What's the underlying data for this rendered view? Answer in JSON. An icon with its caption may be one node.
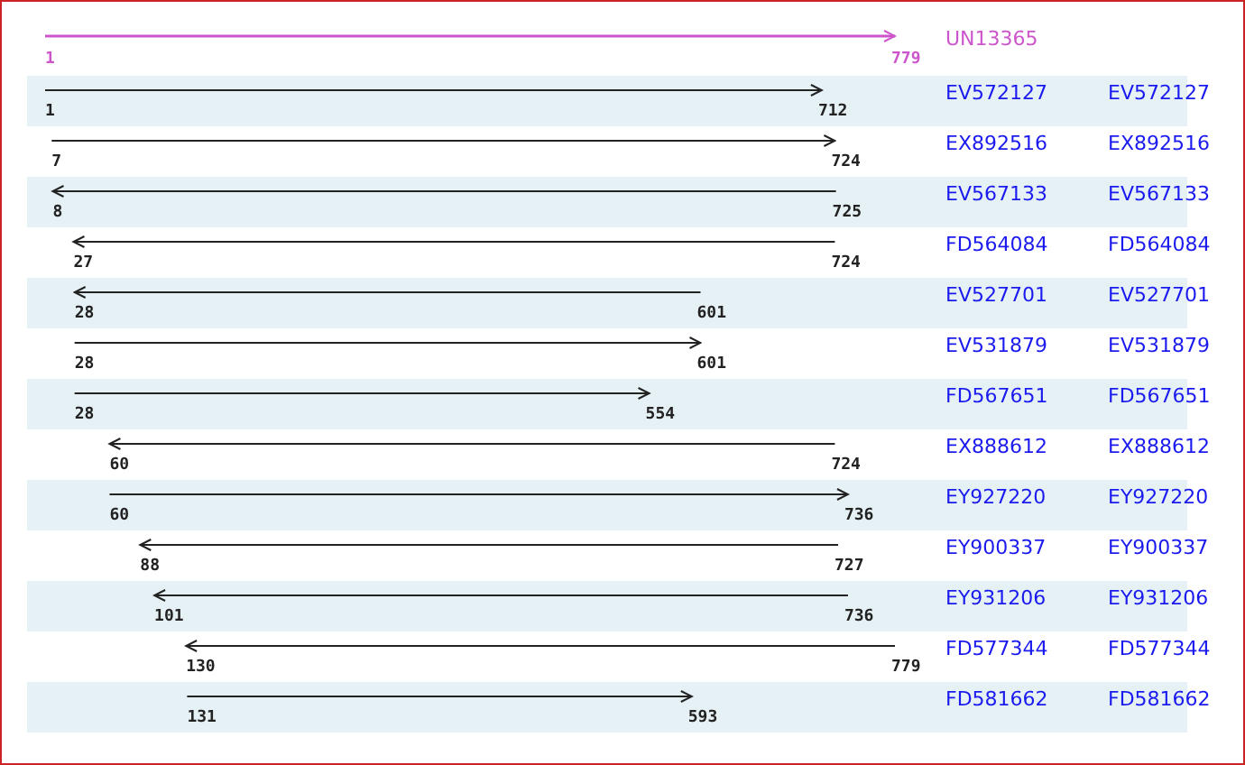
{
  "diagram": {
    "labels": [
      "UN13365",
      "1",
      "779",
      "EV572127",
      "EV572127",
      "1",
      "712",
      "EX892516",
      "EX892516",
      "7",
      "724",
      "EV567133",
      "EV567133",
      "8",
      "725",
      "FD564084",
      "FD564084",
      "27",
      "724",
      "EV527701",
      "EV527701",
      "28",
      "601",
      "EV531879",
      "EV531879",
      "28",
      "601",
      "FD567651",
      "FD567651",
      "28",
      "554",
      "EX888612",
      "EX888612",
      "60",
      "724",
      "EY927220",
      "EY927220",
      "60",
      "736",
      "EY900337",
      "EY900337",
      "88",
      "727",
      "EY931206",
      "EY931206",
      "101",
      "736",
      "FD577344",
      "FD577344",
      "130",
      "779",
      "FD581662",
      "FD581662",
      "131",
      "593"
    ]
  }
}
